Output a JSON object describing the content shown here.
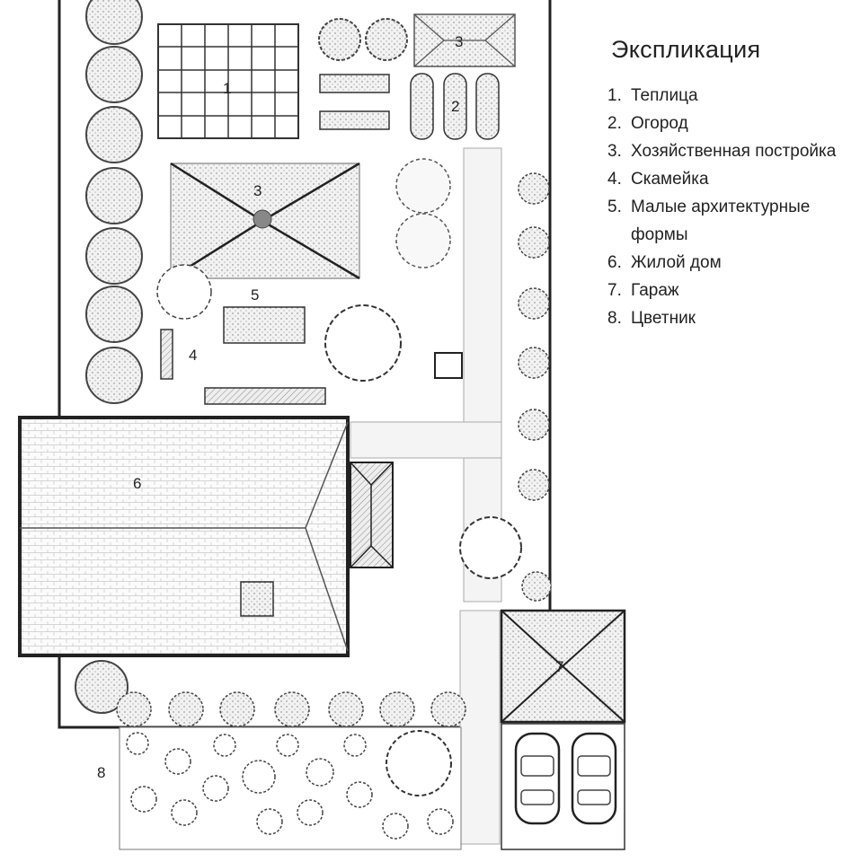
{
  "legend": {
    "title": "Экспликация",
    "items": [
      {
        "num": "1.",
        "label": "Теплица"
      },
      {
        "num": "2.",
        "label": "Огород"
      },
      {
        "num": "3.",
        "label": "Хозяйственная постройка"
      },
      {
        "num": "4.",
        "label": "Скамейка"
      },
      {
        "num": "5.",
        "label": "Малые архитектурные формы"
      },
      {
        "num": "6.",
        "label": "Жилой дом"
      },
      {
        "num": "7.",
        "label": "Гараж"
      },
      {
        "num": "8.",
        "label": "Цветник"
      }
    ]
  },
  "plan_labels": {
    "greenhouse": "1",
    "garden": "2",
    "shed_small": "3",
    "shed_large": "3",
    "bench": "4",
    "small_forms": "5",
    "house": "6",
    "garage": "7",
    "flowerbed": "8"
  }
}
